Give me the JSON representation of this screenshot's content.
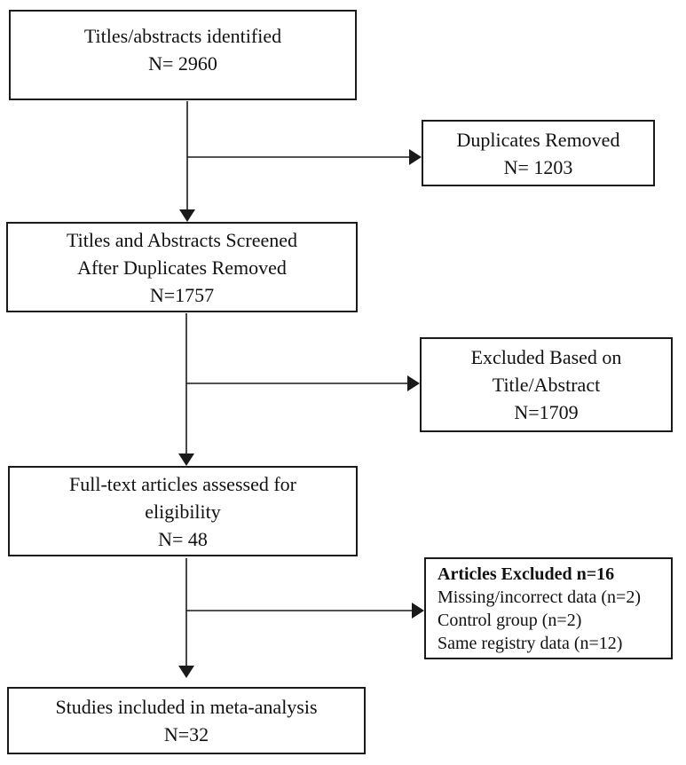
{
  "colors": {
    "background": "#ffffff",
    "ink": "#1a1a1a"
  },
  "diagram": {
    "type": "prisma-flowchart",
    "boxes": {
      "identified": {
        "lines": [
          "Titles/abstracts identified",
          "N= 2960"
        ]
      },
      "duplicates_removed": {
        "lines": [
          "Duplicates Removed",
          "N= 1203"
        ]
      },
      "screened": {
        "lines": [
          "Titles and Abstracts Screened",
          "After Duplicates Removed",
          "N=1757"
        ]
      },
      "excluded_title_abstract": {
        "lines": [
          "Excluded Based on",
          "Title/Abstract",
          "N=1709"
        ]
      },
      "fulltext_assessed": {
        "lines": [
          "Full-text articles assessed for",
          "eligibility",
          "N= 48"
        ]
      },
      "articles_excluded": {
        "heading": "Articles Excluded n=16",
        "items": [
          "Missing/incorrect data (n=2)",
          "Control group (n=2)",
          "Same registry data (n=12)"
        ]
      },
      "included": {
        "lines": [
          "Studies included in meta-analysis",
          "N=32"
        ]
      }
    }
  }
}
